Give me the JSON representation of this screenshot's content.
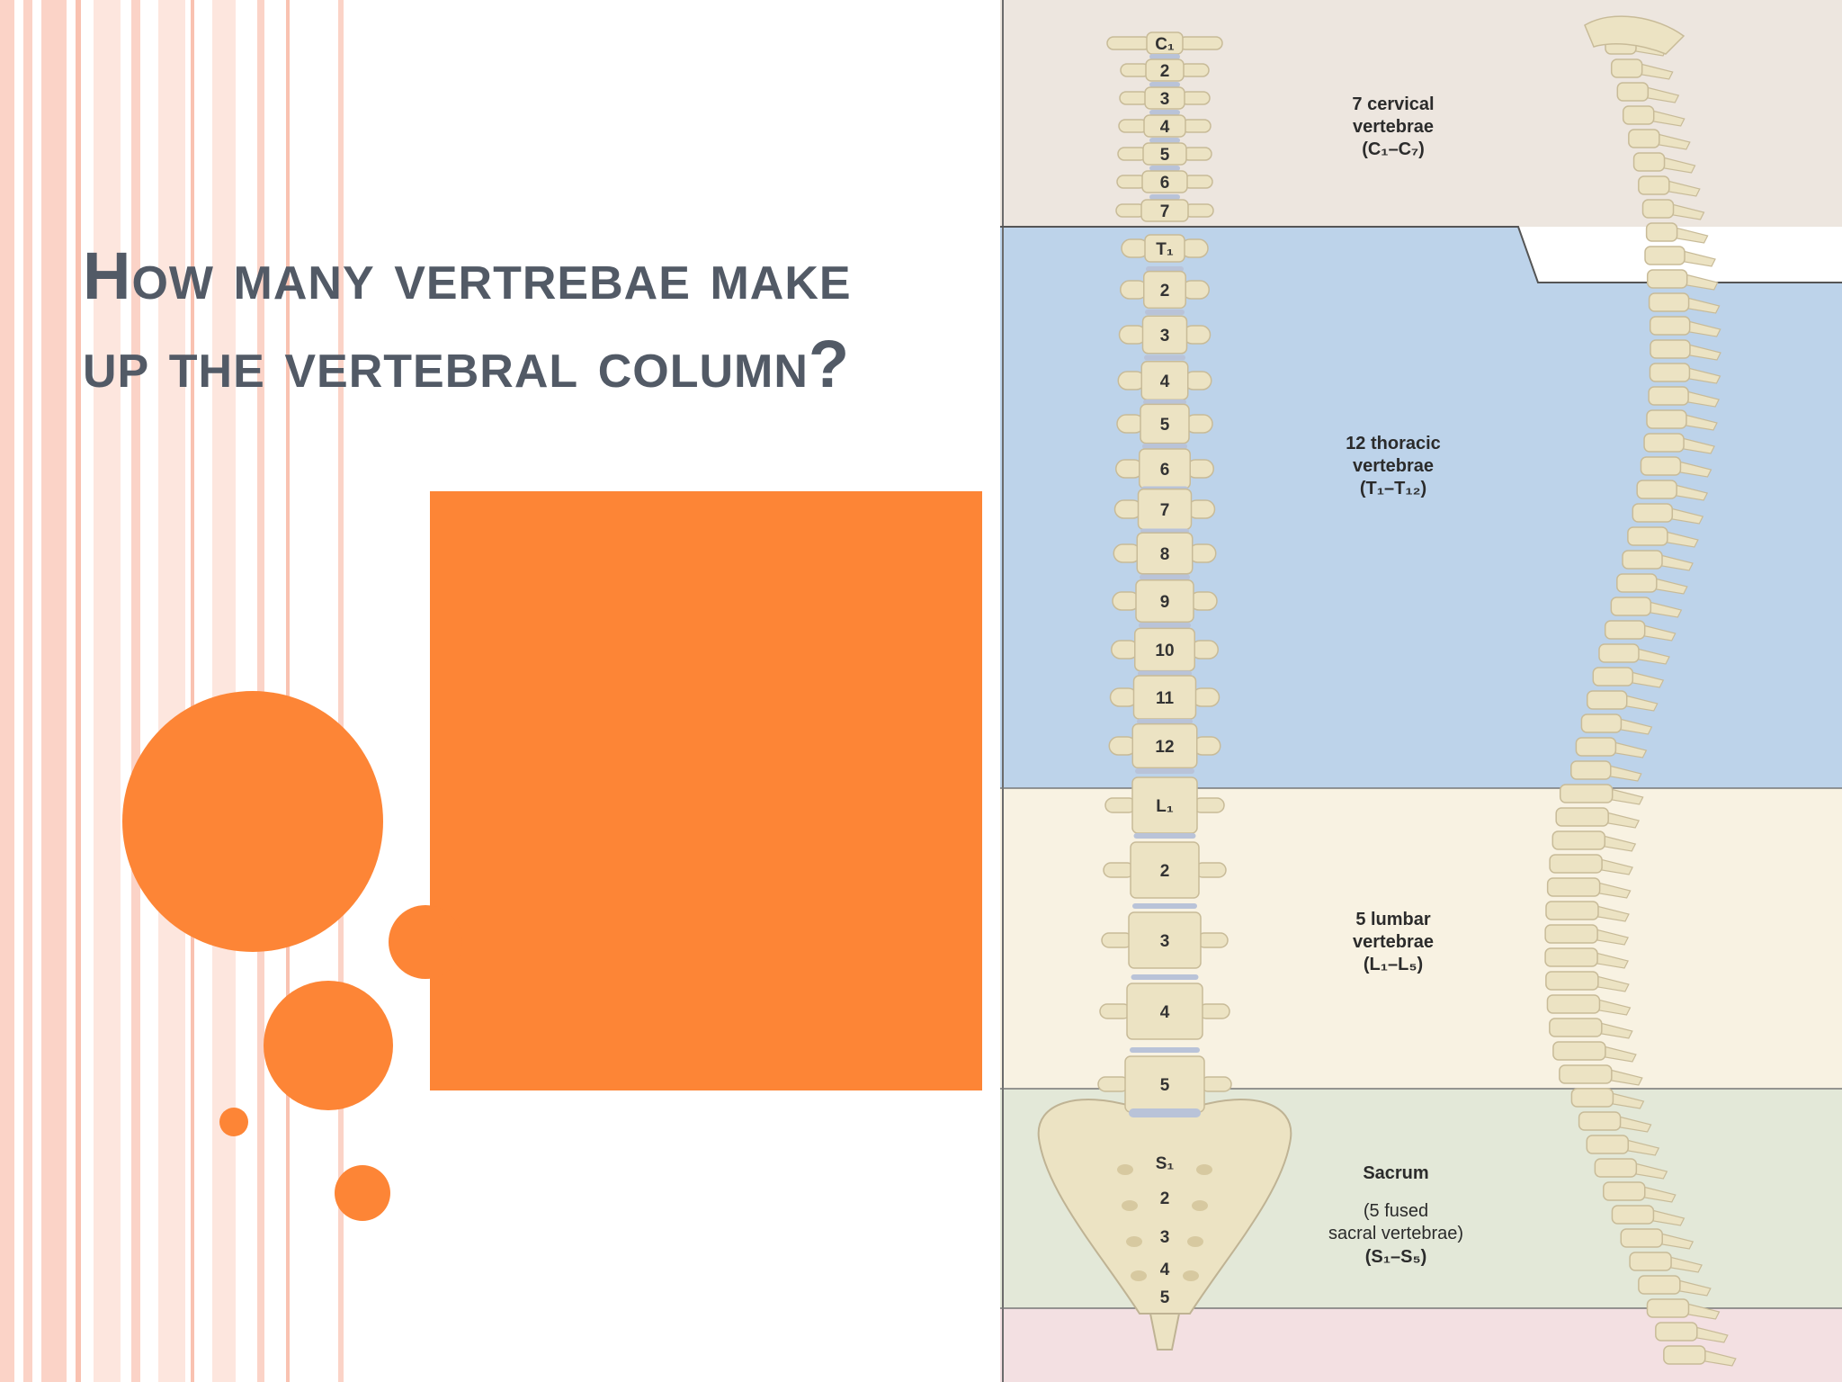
{
  "slide": {
    "title_line1": "How many vertrebae make",
    "title_line2": "up the vertebral column?"
  },
  "colors": {
    "accent": "#fd8536",
    "title": "#525a66",
    "stripe_pink": "#fbd3c7",
    "cervical_band": "#ede6df",
    "thoracic_band": "#bdd3ea",
    "lumbar_band": "#f8f2e2",
    "sacrum_band": "#e3e8d8",
    "coccyx_band": "#f3e0e2",
    "bone": "#ece3c3"
  },
  "figure": {
    "regions": [
      {
        "id": "cervical",
        "lines": [
          "7 cervical",
          "vertebrae",
          "(C₁–C₇)"
        ]
      },
      {
        "id": "thoracic",
        "lines": [
          "12 thoracic",
          "vertebrae",
          "(T₁–T₁₂)"
        ]
      },
      {
        "id": "lumbar",
        "lines": [
          "5 lumbar",
          "vertebrae",
          "(L₁–L₅)"
        ]
      },
      {
        "id": "sacrum",
        "lines": [
          "Sacrum",
          "(5 fused",
          "sacral vertebrae)",
          "(S₁–S₅)"
        ]
      }
    ],
    "vertebra_labels": {
      "cervical": [
        "C₁",
        "2",
        "3",
        "4",
        "5",
        "6",
        "7"
      ],
      "thoracic": [
        "T₁",
        "2",
        "3",
        "4",
        "5",
        "6",
        "7",
        "8",
        "9",
        "10",
        "11",
        "12"
      ],
      "lumbar": [
        "L₁",
        "2",
        "3",
        "4",
        "5"
      ],
      "sacral": [
        "S₁",
        "2",
        "3",
        "4",
        "5"
      ]
    }
  }
}
